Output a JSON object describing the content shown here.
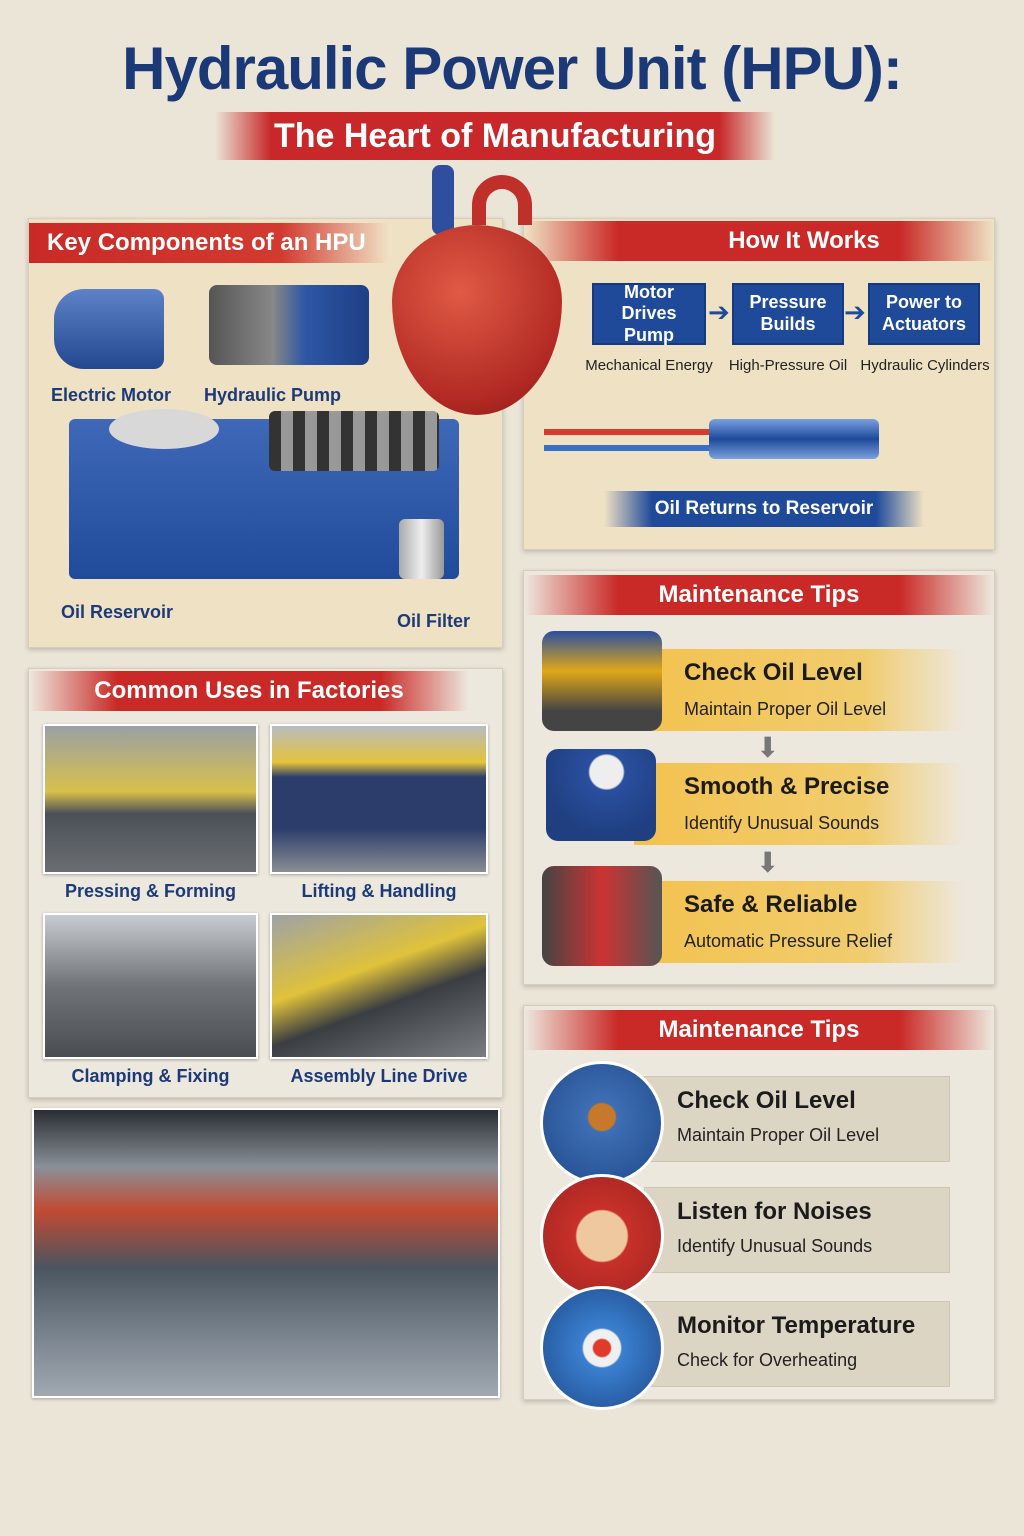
{
  "title": "Hydraulic Power Unit (HPU):",
  "subtitle": "The Heart of Manufacturing",
  "components": {
    "header": "Key Components of an HPU",
    "items": [
      "Electric Motor",
      "Hydraulic Pump",
      "Oil Reservoir",
      "Oil Filter"
    ]
  },
  "how": {
    "header": "How It Works",
    "steps": [
      {
        "label": "Motor Drives Pump",
        "sub": "Mechanical Energy"
      },
      {
        "label": "Pressure Builds",
        "sub": "High-Pressure Oil"
      },
      {
        "label": "Power to Actuators",
        "sub": "Hydraulic Cylinders"
      }
    ],
    "return": "Oil Returns to Reservoir"
  },
  "uses": {
    "header": "Common Uses in Factories",
    "items": [
      "Pressing & Forming",
      "Lifting & Handling",
      "Clamping & Fixing",
      "Assembly Line Drive"
    ]
  },
  "tips1": {
    "header": "Maintenance Tips",
    "items": [
      {
        "title": "Check Oil Level",
        "sub": "Maintain Proper Oil Level"
      },
      {
        "title": "Smooth & Precise",
        "sub": "Identify Unusual Sounds"
      },
      {
        "title": "Safe & Reliable",
        "sub": "Automatic Pressure Relief"
      }
    ]
  },
  "tips2": {
    "header": "Maintenance Tips",
    "items": [
      {
        "title": "Check Oil Level",
        "sub": "Maintain Proper Oil Level"
      },
      {
        "title": "Listen for Noises",
        "sub": "Identify Unusual Sounds"
      },
      {
        "title": "Monitor Temperature",
        "sub": "Check for Overheating"
      }
    ]
  }
}
